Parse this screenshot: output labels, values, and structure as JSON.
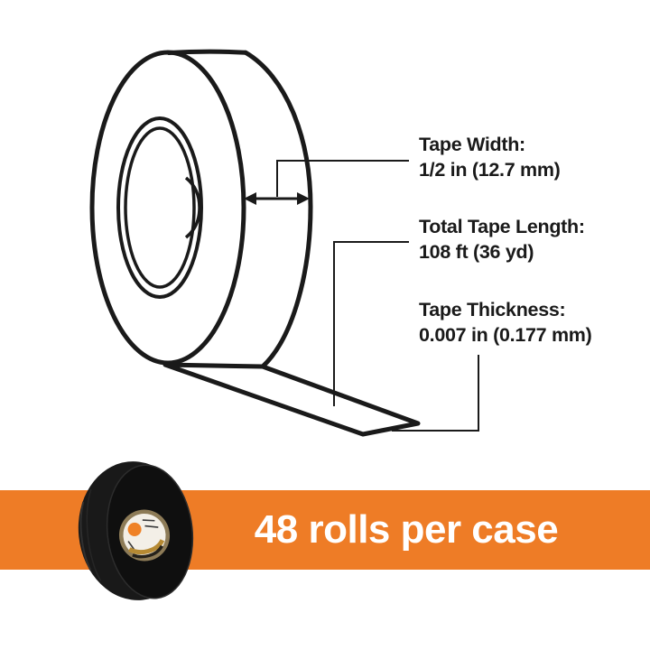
{
  "specs": [
    {
      "title": "Tape Width:",
      "value": "1/2 in (12.7 mm)"
    },
    {
      "title": "Total Tape Length:",
      "value": "108 ft (36 yd)"
    },
    {
      "title": "Tape Thickness:",
      "value": "0.007 in (0.177 mm)"
    }
  ],
  "banner": {
    "text": "48 rolls per case"
  },
  "colors": {
    "accent_orange": "#EE7C26",
    "ink": "#1A1A1A",
    "banner_text": "#FFFFFF"
  },
  "illustrations": {
    "diagram": "tape-roll-line-drawing",
    "photo": "black-tape-roll-photo"
  }
}
